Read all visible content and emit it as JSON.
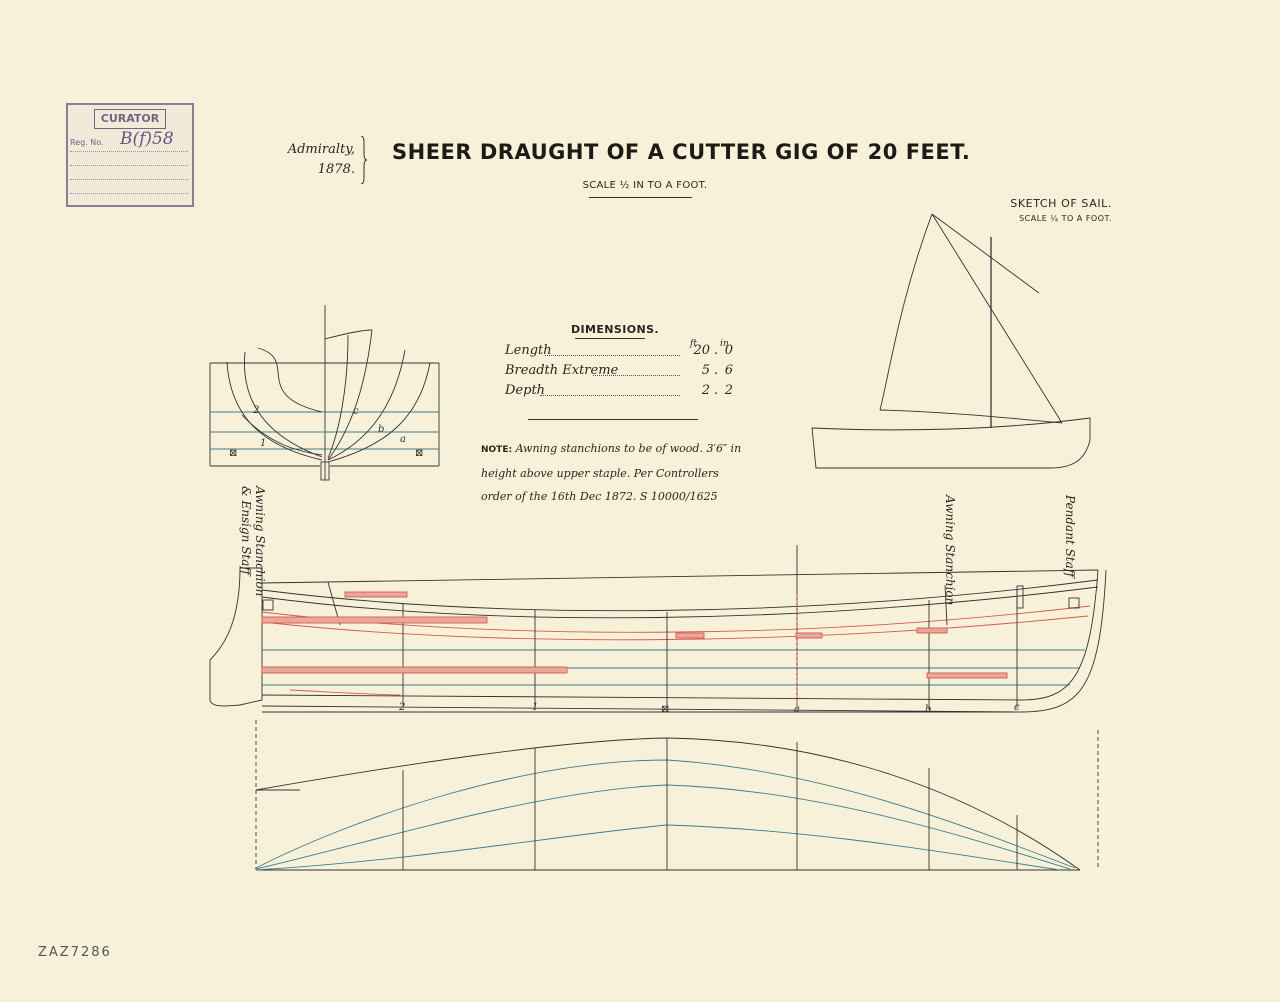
{
  "stamp": {
    "title": "CURATOR",
    "reg_label": "Reg. No.",
    "number": "B(f)58"
  },
  "header": {
    "admiralty_line1": "Admiralty,",
    "admiralty_line2": "1878.",
    "title": "SHEER DRAUGHT OF A CUTTER GIG OF 20 FEET.",
    "scale": "SCALE ½ IN TO A FOOT."
  },
  "sail": {
    "title": "SKETCH OF SAIL.",
    "scale": "SCALE ¼ TO A FOOT."
  },
  "dimensions": {
    "heading": "DIMENSIONS.",
    "unit_ft": "ft",
    "unit_in": "in",
    "rows": [
      {
        "label": "Length",
        "ft": "20",
        "in": "0"
      },
      {
        "label": "Breadth Extreme",
        "ft": "5",
        "in": "6"
      },
      {
        "label": "Depth",
        "ft": "2",
        "in": "2"
      }
    ]
  },
  "note": {
    "head": "NOTE:",
    "text": "Awning stanchions to be of wood. 3′6″ in height above upper staple. Per Controllers order of the 16th Dec 1872. S 10000/1625"
  },
  "labels": {
    "left_stanchion": "Awning Stanchion",
    "left_staff": "& Ensign Staff",
    "mid_stanchion": "Awning Stanchion",
    "pendant_staff": "Pendant Staff"
  },
  "body_plan_marks": {
    "section_a": "a",
    "section_b": "b",
    "section_c": "c",
    "section_1": "1",
    "section_2": "2",
    "mid_left": "⊠",
    "mid_right": "⊠"
  },
  "stations": [
    "2",
    "1",
    "⊠",
    "a",
    "b",
    "c"
  ],
  "corner_mark": "ZAZ7286",
  "colors": {
    "paper": "#f8f1d9",
    "ink": "#2a2520",
    "red": "#d9594a",
    "blue": "#3d7e8c",
    "stamp": "#6f6585"
  }
}
